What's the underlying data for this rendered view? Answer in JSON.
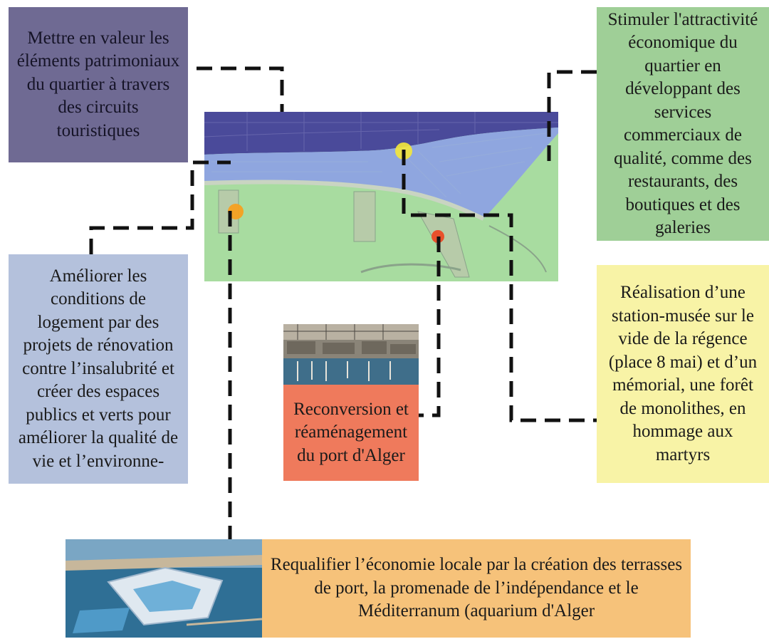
{
  "boxes": {
    "heritage": "Mettre en valeur les éléments patrimoniaux du quartier à travers des circuits touristiques",
    "economy": "Stimuler l'attractivité économique du quartier en développant des services commerciaux de qualité, comme des restaurants, des boutiques et des galeries",
    "housing": "Améliorer les conditions de logement par des projets de rénovation contre l’insalubrité et créer des espaces publics et verts pour améliorer la qualité de vie et l’environne-",
    "museum": "Réalisation d’une station-musée sur le vide de la régence (place 8 mai) et d’un mémorial, une forêt de monolithes, en hommage aux martyrs",
    "port": "Reconversion et réaménagement du port d'Alger",
    "requalify": "Requalifier l’économie locale par la création des terrasses de port, la promenade de l’indépendance et le Méditerranum (aquarium d'Alger"
  },
  "colors": {
    "heritage": "#6f6a93",
    "economy": "#9fcf97",
    "housing": "#b4c1dc",
    "museum": "#f8f3a6",
    "port": "#ef7a5c",
    "requalify": "#f6c27a",
    "map_green": "#a8dca0",
    "map_blue": "#8fa6df",
    "map_dark": "#4a4a9a",
    "marker_yellow": "#f4e83a",
    "marker_orange": "#f5a020",
    "marker_red": "#e8502c",
    "connector": "#111111"
  }
}
